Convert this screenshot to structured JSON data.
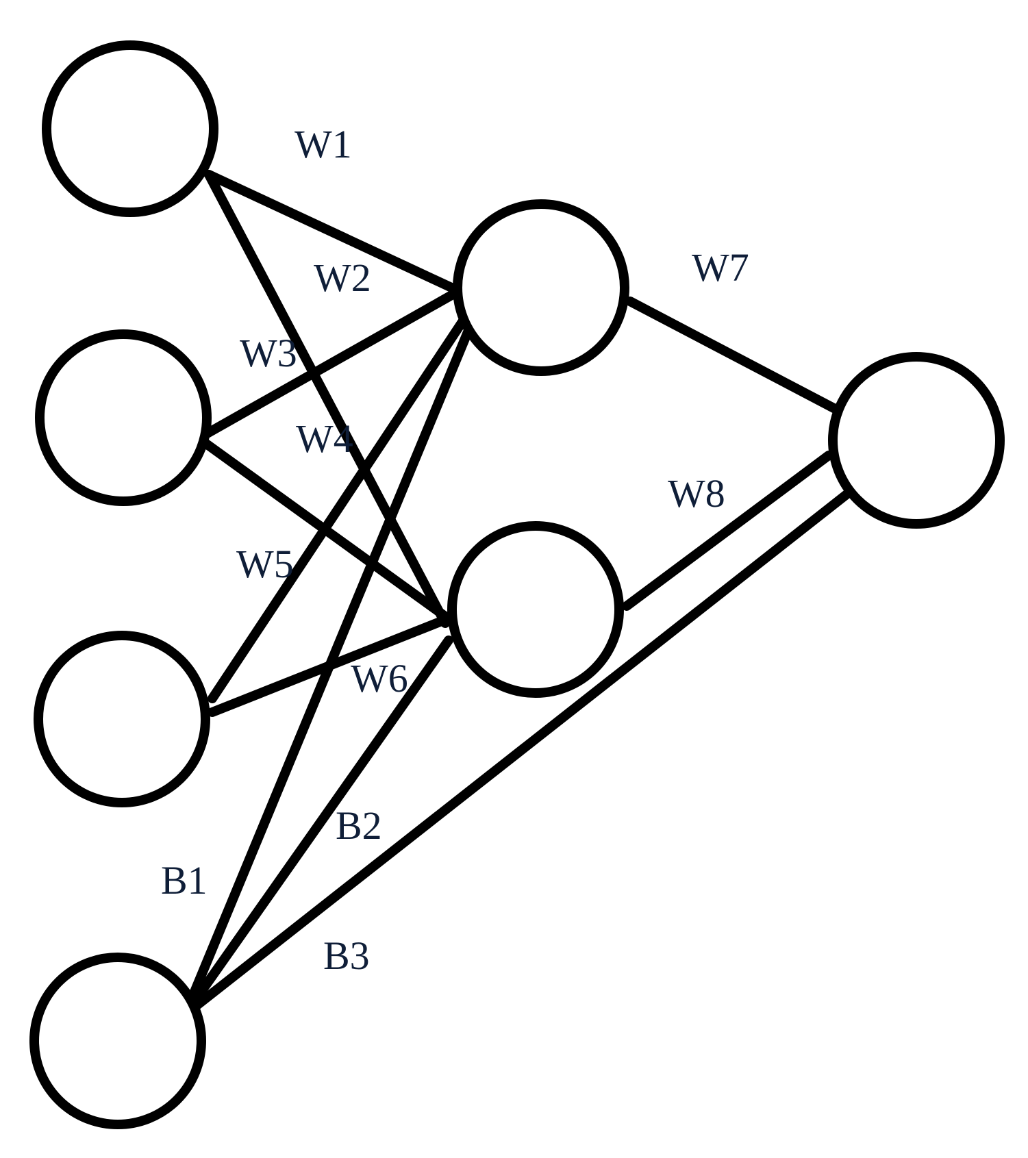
{
  "colors": {
    "stroke": "#000000",
    "label": "#0f1e38",
    "background": "#ffffff"
  },
  "nodes": [
    {
      "id": "input-1"
    },
    {
      "id": "input-2"
    },
    {
      "id": "input-3"
    },
    {
      "id": "bias"
    },
    {
      "id": "hidden-1"
    },
    {
      "id": "hidden-2"
    },
    {
      "id": "output"
    }
  ],
  "edges": [
    {
      "from": "input-1",
      "to": "hidden-1",
      "label": "W1"
    },
    {
      "from": "input-1",
      "to": "hidden-2",
      "label": "W2"
    },
    {
      "from": "input-2",
      "to": "hidden-1",
      "label": "W3"
    },
    {
      "from": "input-2",
      "to": "hidden-2",
      "label": "W4"
    },
    {
      "from": "input-3",
      "to": "hidden-1",
      "label": "W5"
    },
    {
      "from": "input-3",
      "to": "hidden-2",
      "label": "W6"
    },
    {
      "from": "hidden-1",
      "to": "output",
      "label": "W7"
    },
    {
      "from": "hidden-2",
      "to": "output",
      "label": "W8"
    },
    {
      "from": "bias",
      "to": "hidden-1",
      "label": "B1"
    },
    {
      "from": "bias",
      "to": "hidden-2",
      "label": "B2"
    },
    {
      "from": "bias",
      "to": "output",
      "label": "B3"
    }
  ]
}
